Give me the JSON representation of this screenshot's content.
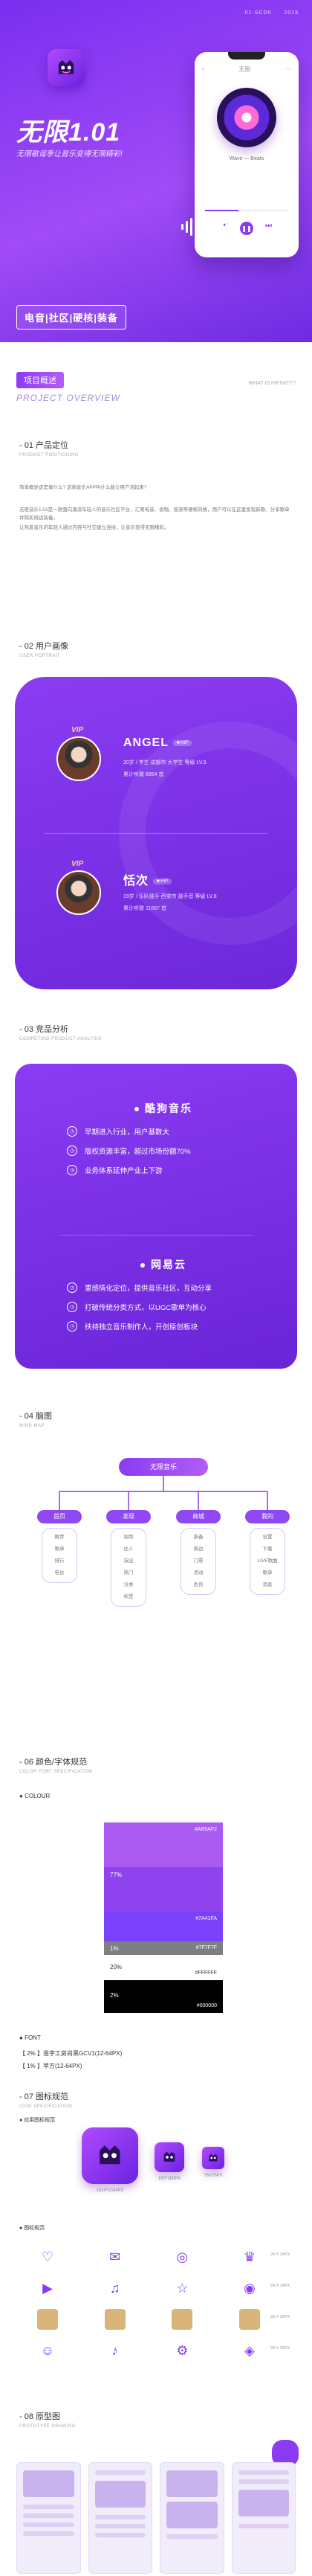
{
  "hero": {
    "meta_left": "01-SCD0",
    "meta_right": "2019",
    "title": "无限1.01",
    "subtitle": "无限歌谣季让音乐变得无限精彩!",
    "categories": "电音|社区|硬核|装备",
    "phone_title": "无限",
    "phone_song": "Wave — Beats"
  },
  "section1": {
    "pill": "项目概述",
    "en": "PROJECT OVERVIEW",
    "right": "WHAT IS INFINITY?"
  },
  "s01": {
    "title": "- 01 产品定位",
    "en": "PRODUCT POSITIONING",
    "p1": "简单概述这是做什么?  这款音乐APP叫什么能让用户活起来?",
    "p2": "无限音乐1.01是一款面向潮流年轻人的音乐社区平台，汇聚电音、说唱、摇滚等硬核风格，用户可以在这里发现新歌、分享歌单并购买周边装备。",
    "p3": "让热爱音乐的年轻人通过内容与社交建立连接，让音乐变得无限精彩。"
  },
  "s02": {
    "title": "- 02 用户画像",
    "en": "USER PORTRAIT",
    "users": [
      {
        "vip": "VIP",
        "name": "ANGEL",
        "tag": "■ HiP",
        "line1": "20岁 / 学生   成都市   大学生   等级 LV.9",
        "line2": "累计听歌 8954 首"
      },
      {
        "vip": "VIP",
        "name": "恬次",
        "tag": "■ HiP",
        "line1": "19岁 / 乐队鼓手   西安市   鼓手音   等级 LV.8",
        "line2": "累计听歌 11667 首"
      }
    ]
  },
  "s03": {
    "title": "- 03 竞品分析",
    "en": "COMPETING PRODUCT ANALYSIS",
    "a": {
      "name": "酷狗音乐",
      "items": [
        "早期进入行业，用户基数大",
        "版权资源丰富，超过市场份额70%",
        "业务体系延伸产业上下游"
      ]
    },
    "b": {
      "name": "网易云",
      "items": [
        "重感情化定位，提供音乐社区，互动分享",
        "打破传统分类方式，以UGC歌单为核心",
        "扶持独立音乐制作人，开创原创板块"
      ]
    }
  },
  "s04": {
    "title": "- 04 脑图",
    "en": "MIND MAP",
    "root": "无限音乐",
    "cols": [
      {
        "head": "首页",
        "items": [
          "推荐",
          "歌单",
          "排行",
          "电台"
        ]
      },
      {
        "head": "发现",
        "items": [
          "视频",
          "达人",
          "演出",
          "热门",
          "分类",
          "标签"
        ]
      },
      {
        "head": "商城",
        "items": [
          "装备",
          "周边",
          "门票",
          "活动",
          "会员"
        ]
      },
      {
        "head": "我的",
        "items": [
          "设置",
          "下载",
          "LIVE歌曲",
          "歌单",
          "消息"
        ]
      }
    ]
  },
  "s06": {
    "title": "- 06 颜色/字体规范",
    "en": "COLOR FONT SPECIFICATION",
    "colour_label": "COLOUR",
    "swatches": [
      {
        "code": "#AB5AF2",
        "pct": "",
        "color": "#ab5af2"
      },
      {
        "code": "",
        "pct": "77%",
        "color": "#8f43ef"
      },
      {
        "code": "#7A41FA",
        "pct": "",
        "color": "#7a41fa"
      },
      {
        "code": "#7F7F7F",
        "pct": "1%",
        "color": "#7f7f7f"
      },
      {
        "code": "#FFFFFF",
        "pct": "20%",
        "color": "#ffffff"
      },
      {
        "code": "#000000",
        "pct": "2%",
        "color": "#000000"
      }
    ],
    "font_label": "FONT",
    "font1": "【 2% 】造字工房尚黑GCV1(12-64PX)",
    "font2": "【 1% 】苹方(12-64PX)"
  },
  "s07": {
    "title": "- 07 图标规范",
    "en": "ICON SPECIFICATION",
    "app_icon_label": "应用图标规范",
    "sizes": [
      "1024*1024PX",
      "180*180PX",
      "76X76PX"
    ],
    "grid_label": "图标规范",
    "row_labels": [
      "24 X 24PX",
      "24 X 24PX",
      "28 X 28PX",
      "28 X 28PX"
    ]
  },
  "s08": {
    "title": "- 08 原型图",
    "en": "PROTOTYPE DRAWING"
  }
}
